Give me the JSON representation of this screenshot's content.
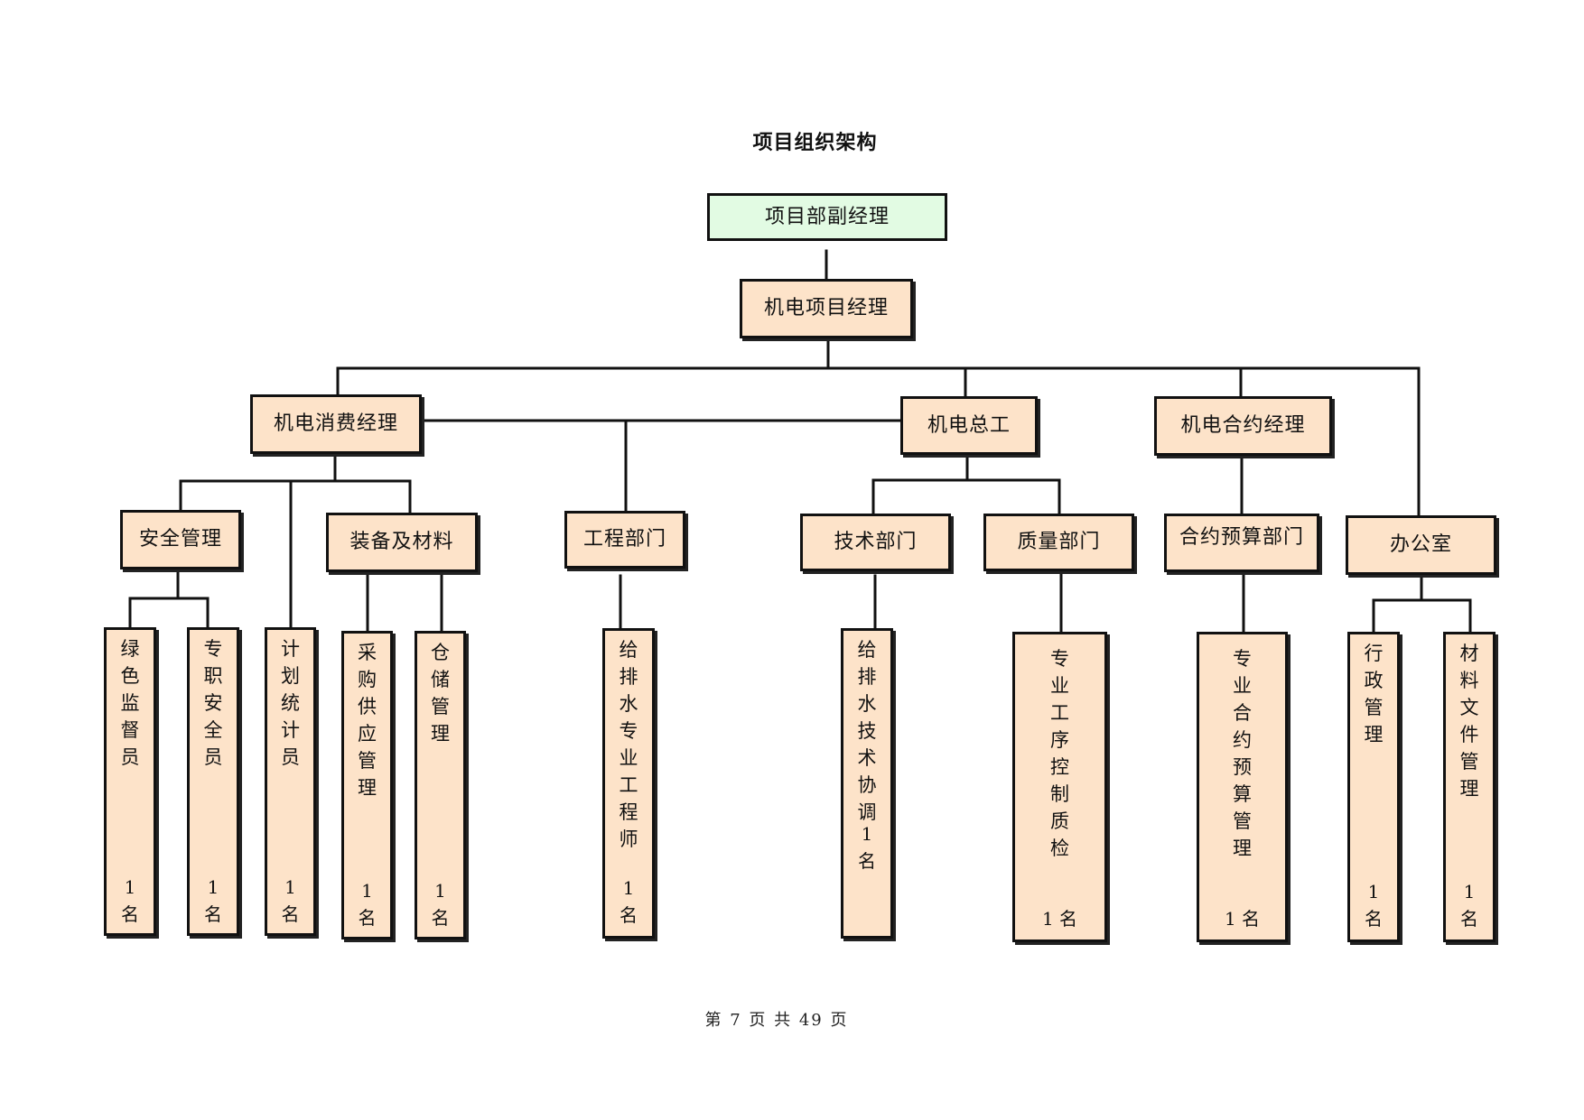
{
  "title": "项目组织架构",
  "org": {
    "deputy_manager": "项目部副经理",
    "mep_manager": "机电项目经理",
    "consumption_manager": "机电消费经理",
    "chief_engineer": "机电总工",
    "contract_manager": "机电合约经理",
    "safety_mgmt": "安全管理",
    "equipment_materials": "装备及材料",
    "engineering_dept": "工程部门",
    "technical_dept": "技术部门",
    "quality_dept": "质量部门",
    "contract_budget_dept": "合约预算部门",
    "office": "办公室"
  },
  "roles": {
    "green_supervisor": {
      "label": "绿色监督员",
      "count": "1名"
    },
    "safety_officer": {
      "label": "专职安全员",
      "count": "1名"
    },
    "planning_statistician": {
      "label": "计划统计员",
      "count": "1名"
    },
    "procurement_supply": {
      "label": "采购供应管理",
      "count": "1名"
    },
    "warehouse_mgmt": {
      "label": "仓储管理",
      "count": "1名"
    },
    "plumbing_engineer": {
      "label": "给排水专业工程师",
      "count": "1名"
    },
    "plumbing_tech": {
      "label": "给排水技术协调",
      "count": "1名"
    },
    "process_qc": {
      "label": "专业工序控制质检",
      "count": "1 名"
    },
    "budget_mgmt": {
      "label": "专业合约预算管理",
      "count": "1 名"
    },
    "admin_mgmt": {
      "label": "行政管理",
      "count": "1名"
    },
    "document_mgmt": {
      "label": "材料文件管理",
      "count": "1名"
    }
  },
  "footer": "第 7 页 共 49 页"
}
